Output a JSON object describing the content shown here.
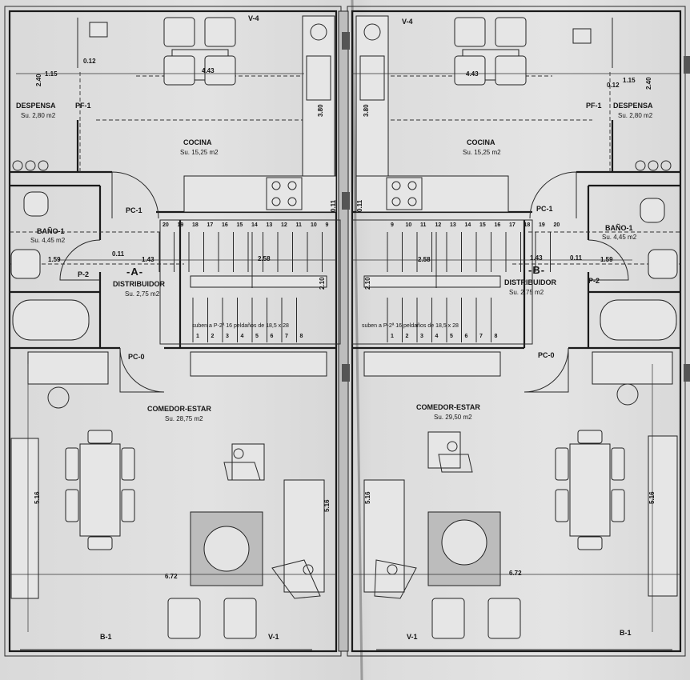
{
  "unit_a": {
    "mark": "-A-",
    "rooms": {
      "cocina": {
        "name": "COCINA",
        "area": "Su. 15,25 m2"
      },
      "despensa": {
        "name": "DESPENSA",
        "area": "Su. 2,80 m2"
      },
      "bano": {
        "name": "BAÑO-1",
        "area": "Su. 4,45 m2"
      },
      "distribuidor": {
        "name": "DISTRIBUIDOR",
        "area": "Su. 2,75 m2"
      },
      "comedor": {
        "name": "COMEDOR-ESTAR",
        "area": "Su. 28,75 m2"
      }
    },
    "doors": {
      "pc1": "PC-1",
      "pc0": "PC-0",
      "pf1": "PF-1",
      "p2": "P-2"
    },
    "windows": {
      "v4": "V-4",
      "v1": "V-1",
      "b1": "B-1"
    },
    "dims": {
      "d443": "4.43",
      "d012": "0.12",
      "d115": "1.15",
      "d240": "2.40",
      "d380": "3.80",
      "d143": "1.43",
      "d011": "0.11",
      "d159": "1.59",
      "d258": "2.58",
      "d210": "2.10",
      "d516a": "5.16",
      "d516b": "5.16",
      "d672": "6.72",
      "d011b": "0.11"
    },
    "stair_top": [
      "20",
      "19",
      "18",
      "17",
      "16",
      "15",
      "14",
      "13",
      "12",
      "11",
      "10",
      "9"
    ],
    "stair_bottom": [
      "1",
      "2",
      "3",
      "4",
      "5",
      "6",
      "7",
      "8"
    ],
    "stair_note": "suben a P-2ª 16 peldaños de 18,5 x 28"
  },
  "unit_b": {
    "mark": "-B-",
    "rooms": {
      "cocina": {
        "name": "COCINA",
        "area": "Su. 15,25 m2"
      },
      "despensa": {
        "name": "DESPENSA",
        "area": "Su. 2,80 m2"
      },
      "bano": {
        "name": "BAÑO-1",
        "area": "Su. 4,45 m2"
      },
      "distribuidor": {
        "name": "DISTRIBUIDOR",
        "area": "Su. 2,75 m2"
      },
      "comedor": {
        "name": "COMEDOR-ESTAR",
        "area": "Su. 29,50 m2"
      }
    },
    "doors": {
      "pc1": "PC-1",
      "pc0": "PC-0",
      "pf1": "PF-1",
      "p2": "P-2"
    },
    "windows": {
      "v4": "V-4",
      "v1": "V-1",
      "b1": "B-1"
    },
    "dims": {
      "d443": "4.43",
      "d012": "0.12",
      "d115": "1.15",
      "d240": "2.40",
      "d380": "3.80",
      "d143": "1.43",
      "d011": "0.11",
      "d159": "1.59",
      "d258": "2.58",
      "d210": "2.10",
      "d516a": "5.16",
      "d516b": "5.16",
      "d672": "6.72",
      "d011b": "0.11"
    },
    "stair_top": [
      "9",
      "10",
      "11",
      "12",
      "13",
      "14",
      "15",
      "16",
      "17",
      "18",
      "19",
      "20"
    ],
    "stair_bottom": [
      "1",
      "2",
      "3",
      "4",
      "5",
      "6",
      "7",
      "8"
    ],
    "stair_note": "suben a P-2ª 16 peldaños de 18,5 x 28"
  }
}
